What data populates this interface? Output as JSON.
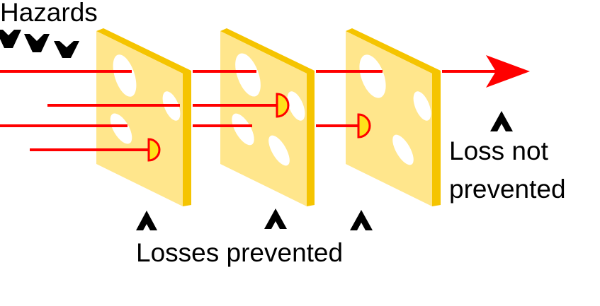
{
  "labels": {
    "hazards": "Hazards",
    "losses_prevented": "Losses prevented",
    "loss_not_prevented_line1": "Loss not",
    "loss_not_prevented_line2": "prevented"
  },
  "icons": {
    "hazard_marker": "chevron-down-icon",
    "outcome_marker": "chevron-up-icon",
    "stopped_hazard": "half-circle-stop-icon",
    "passing_hazard": "arrow-right-icon"
  },
  "colors": {
    "cheese_face": "#FFE68C",
    "cheese_edge": "#F5C400",
    "hole": "#FFFFFF",
    "hazard_line": "#FF0000",
    "stop_fill": "#FFE11A",
    "text": "#000000"
  }
}
